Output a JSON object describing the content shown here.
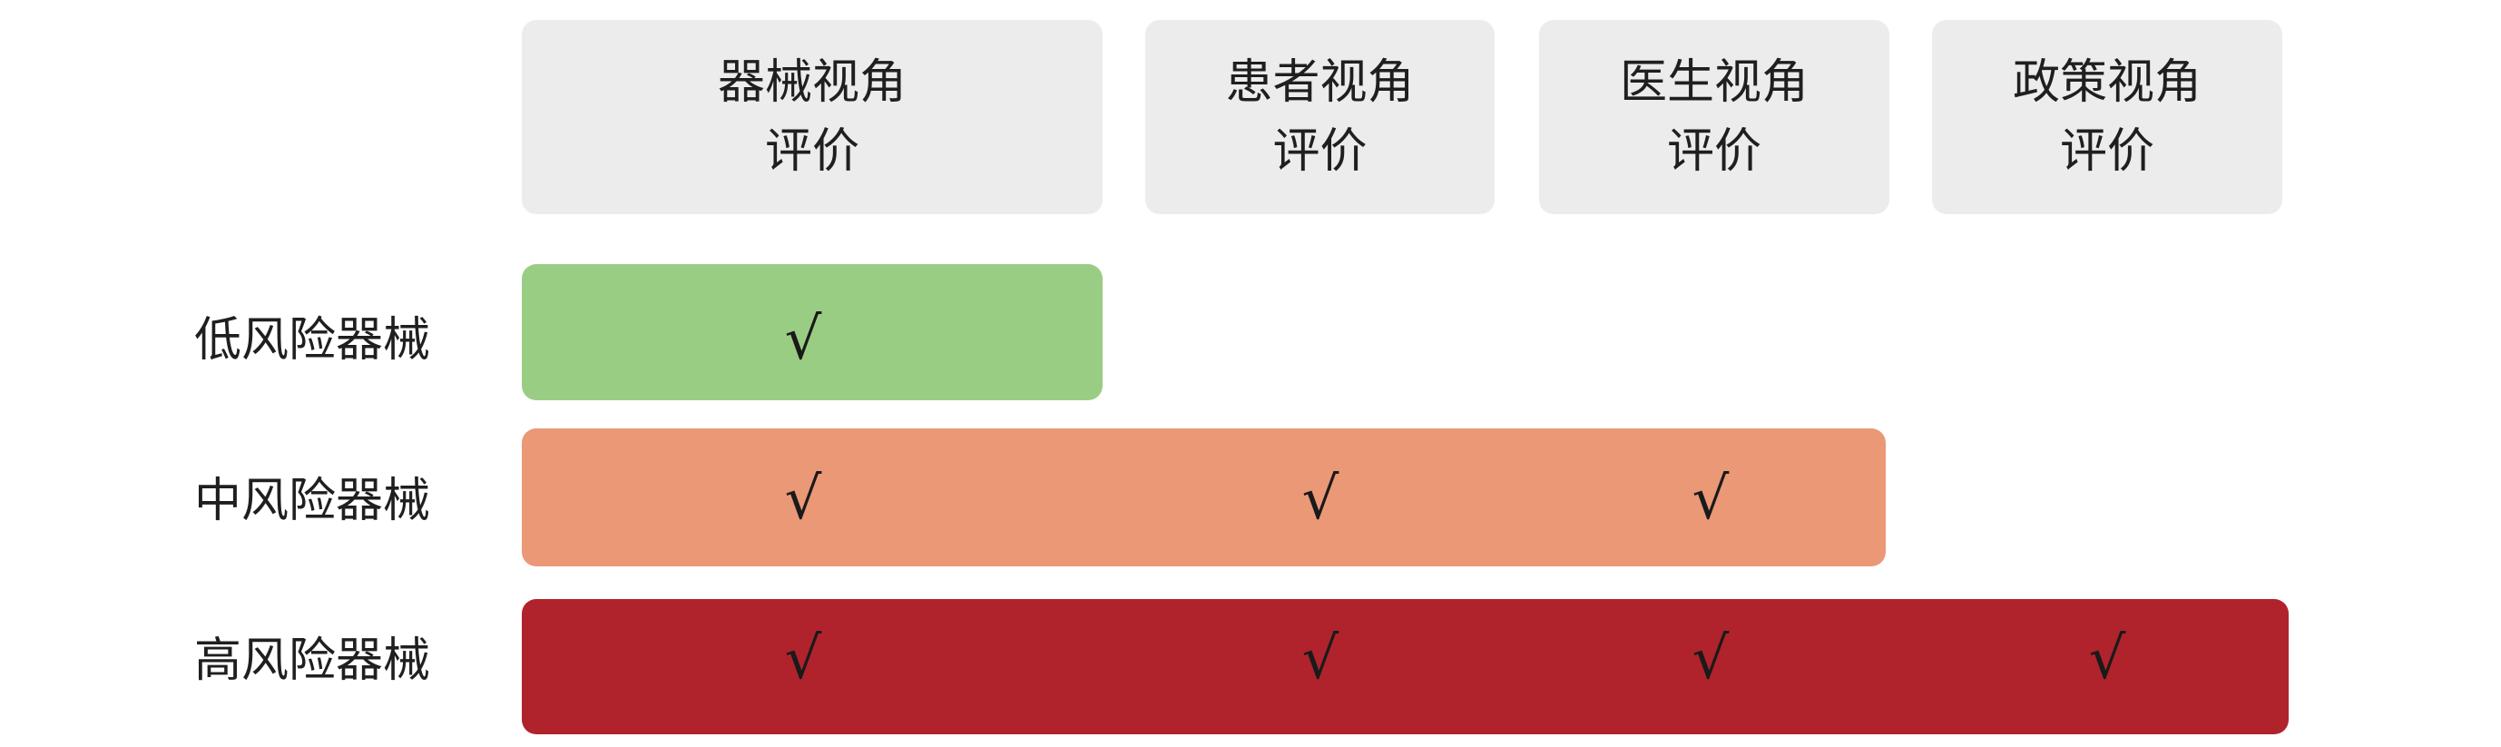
{
  "headers": [
    {
      "line1": "器械视角",
      "line2": "评价"
    },
    {
      "line1": "患者视角",
      "line2": "评价"
    },
    {
      "line1": "医生视角",
      "line2": "评价"
    },
    {
      "line1": "政策视角",
      "line2": "评价"
    }
  ],
  "rows": [
    {
      "label": "低风险器械",
      "color": "#9ACD84",
      "checks": [
        true,
        false,
        false,
        false
      ]
    },
    {
      "label": "中风险器械",
      "color": "#EA9876",
      "checks": [
        true,
        true,
        true,
        false
      ]
    },
    {
      "label": "高风险器械",
      "color": "#B0232C",
      "checks": [
        true,
        true,
        true,
        true
      ]
    }
  ],
  "check_symbol": "√"
}
